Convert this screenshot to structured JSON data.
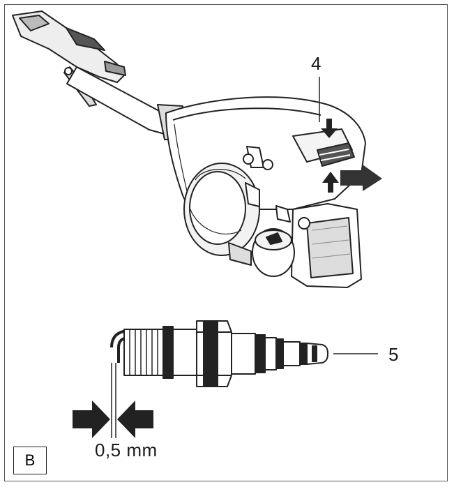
{
  "callouts": {
    "cover_part": "4",
    "spark_plug": "5"
  },
  "electrode_gap": "0,5 mm",
  "figure_tag": "B"
}
